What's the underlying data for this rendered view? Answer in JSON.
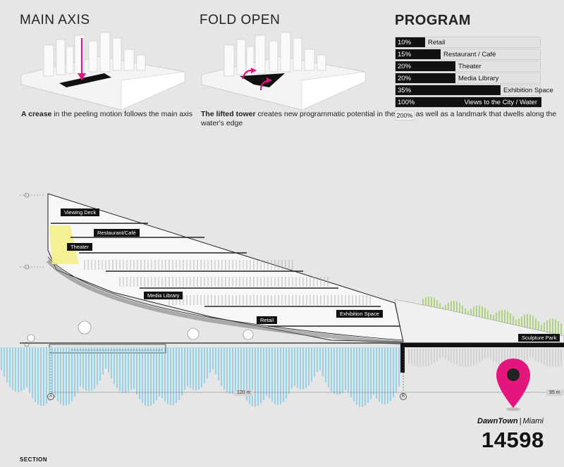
{
  "headings": {
    "main_axis": "MAIN AXIS",
    "fold_open": "FOLD OPEN",
    "program": "PROGRAM"
  },
  "captions": {
    "main_axis_bold": "A crease",
    "main_axis_rest": " in the peeling motion follows the main axis",
    "fold_open_bold": "The lifted tower",
    "fold_open_rest": " creates new programmatic potential in the park, as well as a landmark that dwells along the water's edge"
  },
  "program": {
    "items": [
      {
        "pct": "10%",
        "value": 10,
        "name": "Retail"
      },
      {
        "pct": "15%",
        "value": 15,
        "name": "Restaurant / Café"
      },
      {
        "pct": "20%",
        "value": 20,
        "name": "Theater"
      },
      {
        "pct": "20%",
        "value": 20,
        "name": "Media Library"
      },
      {
        "pct": "35%",
        "value": 35,
        "name": "Exhibition Space"
      },
      {
        "pct": "100%",
        "value": 100,
        "name": "Views to the City / Water"
      }
    ],
    "total": "200%"
  },
  "section": {
    "labels": {
      "viewing_deck": "Viewing Deck",
      "restaurant": "Restaurant/Café",
      "theater": "Theater",
      "media_library": "Media Library",
      "exhibition": "Exhibition Space",
      "retail": "Retail",
      "sculpture_park": "Sculpture Park"
    },
    "dimensions": {
      "left_span": "120 m",
      "right_span": "95 m"
    },
    "axes": {
      "a": "A",
      "b": "B"
    },
    "title": "SECTION"
  },
  "brand": {
    "name": "DawnTown",
    "city": "Miami",
    "separator": "|",
    "number": "14598"
  },
  "colors": {
    "accent": "#e5157e",
    "water": "#5fc3e8",
    "greenery": "#8cc63f",
    "theater_glow": "#f3ef8a"
  }
}
